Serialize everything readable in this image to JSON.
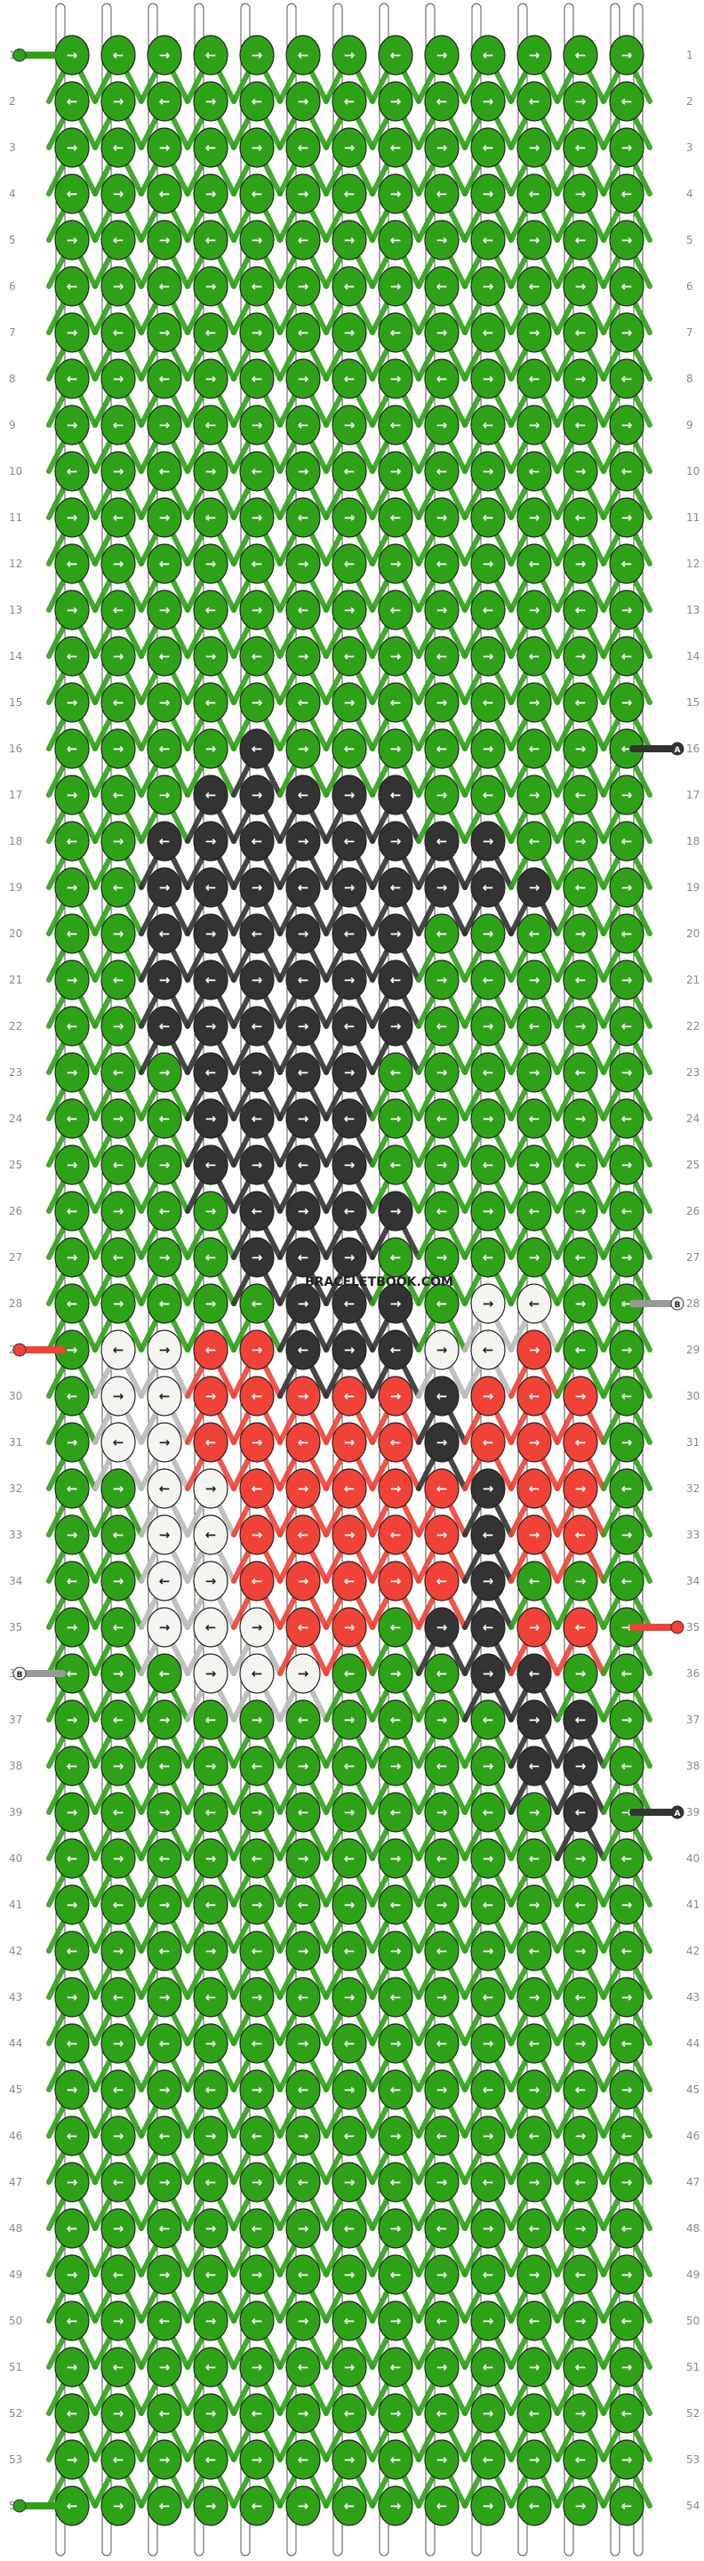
{
  "watermark": "BRACELETBOOK.COM",
  "rows": 54,
  "columns": 13,
  "strings": 14,
  "colors": {
    "green": "#2ea217",
    "black": "#333333",
    "white": "#f4f4f0",
    "red": "#f04236",
    "outline": "#222222"
  },
  "string_labels": [
    {
      "label": "A",
      "color": "black",
      "side": "right",
      "row": 16
    },
    {
      "label": "A",
      "color": "black",
      "side": "right",
      "row": 39
    },
    {
      "label": "B",
      "color": "white",
      "side": "right",
      "row": 28
    },
    {
      "label": "B",
      "color": "white",
      "side": "left",
      "row": 36
    },
    {
      "label": "",
      "color": "red",
      "side": "left",
      "row": 29
    },
    {
      "label": "",
      "color": "red",
      "side": "right",
      "row": 35
    },
    {
      "label": "",
      "color": "green",
      "side": "left",
      "row": 1
    },
    {
      "label": "",
      "color": "green",
      "side": "left",
      "row": 54
    }
  ],
  "pattern_rows_16_to_39": [
    "G G G G K G G G G G G G G",
    "G G G K K K K K G G G G G",
    "G G K K K K K K K K G G G",
    "G G K K K K K K K K K G G",
    "G G K K K K K K G G G G G",
    "G G K K K K K K G G G G G",
    "G G K K K K K K G G G G G",
    "G G G K K K K G G G G G G",
    "G G G K K K K G G G G G G",
    "G G G K K K K G G G G G G",
    "G G G G K K K K G G G G G",
    "G G G G K K K G G G G G G",
    "G G G G G K K K G W W G G",
    "G W W R R K K K W W R G G",
    "G W W R R R R R K R R R G",
    "G W W R R R R R K R R R G",
    "G G W W R R R R R K R R G",
    "G G W W R R R R R K R R G",
    "G G W W R R R R R K G G G",
    "G G W W W R R G K K R R G",
    "G G G W W W G G G K K G G",
    "G G G G G G G G G G K K G",
    "G G G G G G G G G G K K G",
    "G G G G G G G G G G G K G"
  ],
  "pattern_legend": {
    "G": "green",
    "K": "black",
    "W": "white",
    "R": "red"
  }
}
